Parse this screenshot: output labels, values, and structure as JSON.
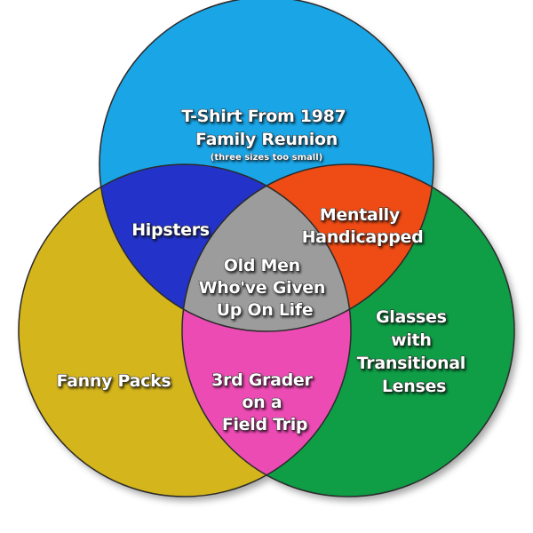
{
  "regions": {
    "top": {
      "lines": [
        "T-Shirt From 1987",
        "Family Reunion"
      ],
      "note": "(three sizes too small)",
      "color": "#1aa5e6"
    },
    "left": {
      "lines": [
        "Fanny Packs"
      ],
      "color": "#d4b51c"
    },
    "right": {
      "lines": [
        "Glasses",
        "with",
        "Transitional",
        "Lenses"
      ],
      "color": "#0f9d46"
    },
    "top_left": {
      "lines": [
        "Hipsters"
      ],
      "color": "#2333c9"
    },
    "top_right": {
      "lines": [
        "Mentally",
        "Handicapped"
      ],
      "color": "#ee4b15"
    },
    "bottom": {
      "lines": [
        "3rd Grader",
        "on a",
        "Field Trip"
      ],
      "color": "#ec4bb4"
    },
    "center": {
      "lines": [
        "Old Men",
        "Who've Given",
        "Up On Life"
      ],
      "color": "#9c9c9c"
    }
  }
}
